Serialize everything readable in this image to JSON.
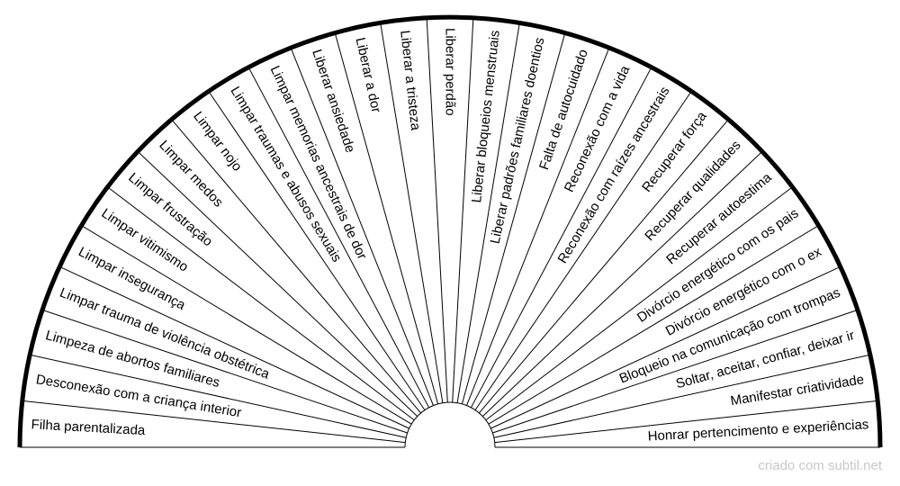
{
  "segments": [
    "Filha parentalizada",
    "Desconexão com a criança interior",
    "Limpeza de abortos familiares",
    "Limpar trauma de violência obstétrica",
    "Limpar insegurança",
    "Limpar vitimismo",
    "Limpar frustração",
    "Limpar medos",
    "Limpar nojo",
    "Limpar traumas e abusos sexuais",
    "Limpar memorias ancestrais de dor",
    "Liberar ansiedade",
    "Liberar a dor",
    "Liberar a tristeza",
    "Liberar perdão",
    "Liberar bloqueios menstruais",
    "Liberar padrões familiares doentios",
    "Falta de autocuidado",
    "Reconexão com a vida",
    "Reconexão com raízes ancestrais",
    "Recuperar força",
    "Recuperar qualidades",
    "Recuperar autoestima",
    "Divórcio energético com os pais",
    "Divórcio energético com o ex",
    "Bloqueio na comunicação com trompas",
    "Soltar, aceitar, confiar, deixar ir",
    "Manifestar criatividade",
    "Honrar pertencimento e experiências"
  ],
  "watermark": "criado com subtil.net"
}
